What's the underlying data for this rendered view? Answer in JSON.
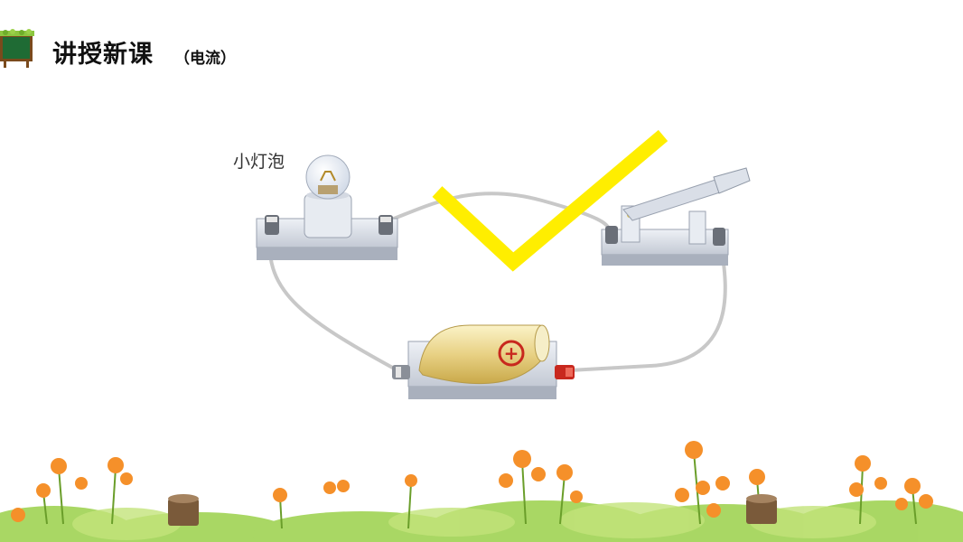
{
  "header": {
    "title": "讲授新课",
    "subtitle": "（电流）"
  },
  "diagram": {
    "bulb_label": "小灯泡",
    "components": [
      "light-bulb",
      "switch",
      "battery"
    ],
    "battery_terminal_mark": "+",
    "checkmark_color": "#ffee00",
    "wire_color": "#c8c8c8"
  },
  "colors": {
    "flower": "#f5902a",
    "grass": "#8cc63f"
  }
}
